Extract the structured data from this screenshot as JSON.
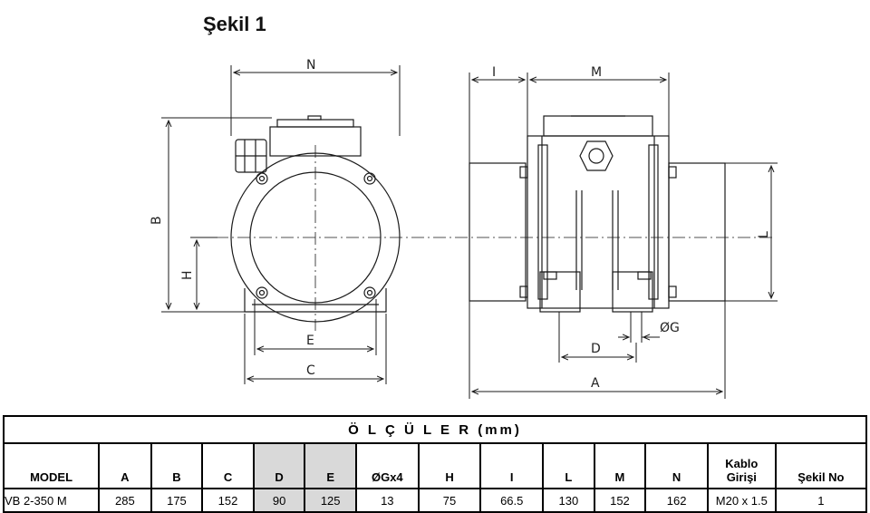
{
  "figure_title": "Şekil 1",
  "dimension_labels": {
    "N": "N",
    "B": "B",
    "H": "H",
    "E": "E",
    "C": "C",
    "I": "I",
    "M": "M",
    "L": "L",
    "G": "ØG",
    "D": "D",
    "A": "A"
  },
  "table": {
    "title": "Ö L Ç Ü L E R  (mm)",
    "headers": [
      "MODEL",
      "A",
      "B",
      "C",
      "D",
      "E",
      "ØGx4",
      "H",
      "I",
      "L",
      "M",
      "N",
      "Kablo Girişi",
      "Şekil No"
    ],
    "shaded_columns": [
      4,
      5
    ],
    "rows": [
      [
        "VB 2-350 M",
        "285",
        "175",
        "152",
        "90",
        "125",
        "13",
        "75",
        "66.5",
        "130",
        "152",
        "162",
        "M20 x 1.5",
        "1"
      ]
    ]
  },
  "colors": {
    "line": "#1a1a1a",
    "shade": "#d9d9d9"
  }
}
